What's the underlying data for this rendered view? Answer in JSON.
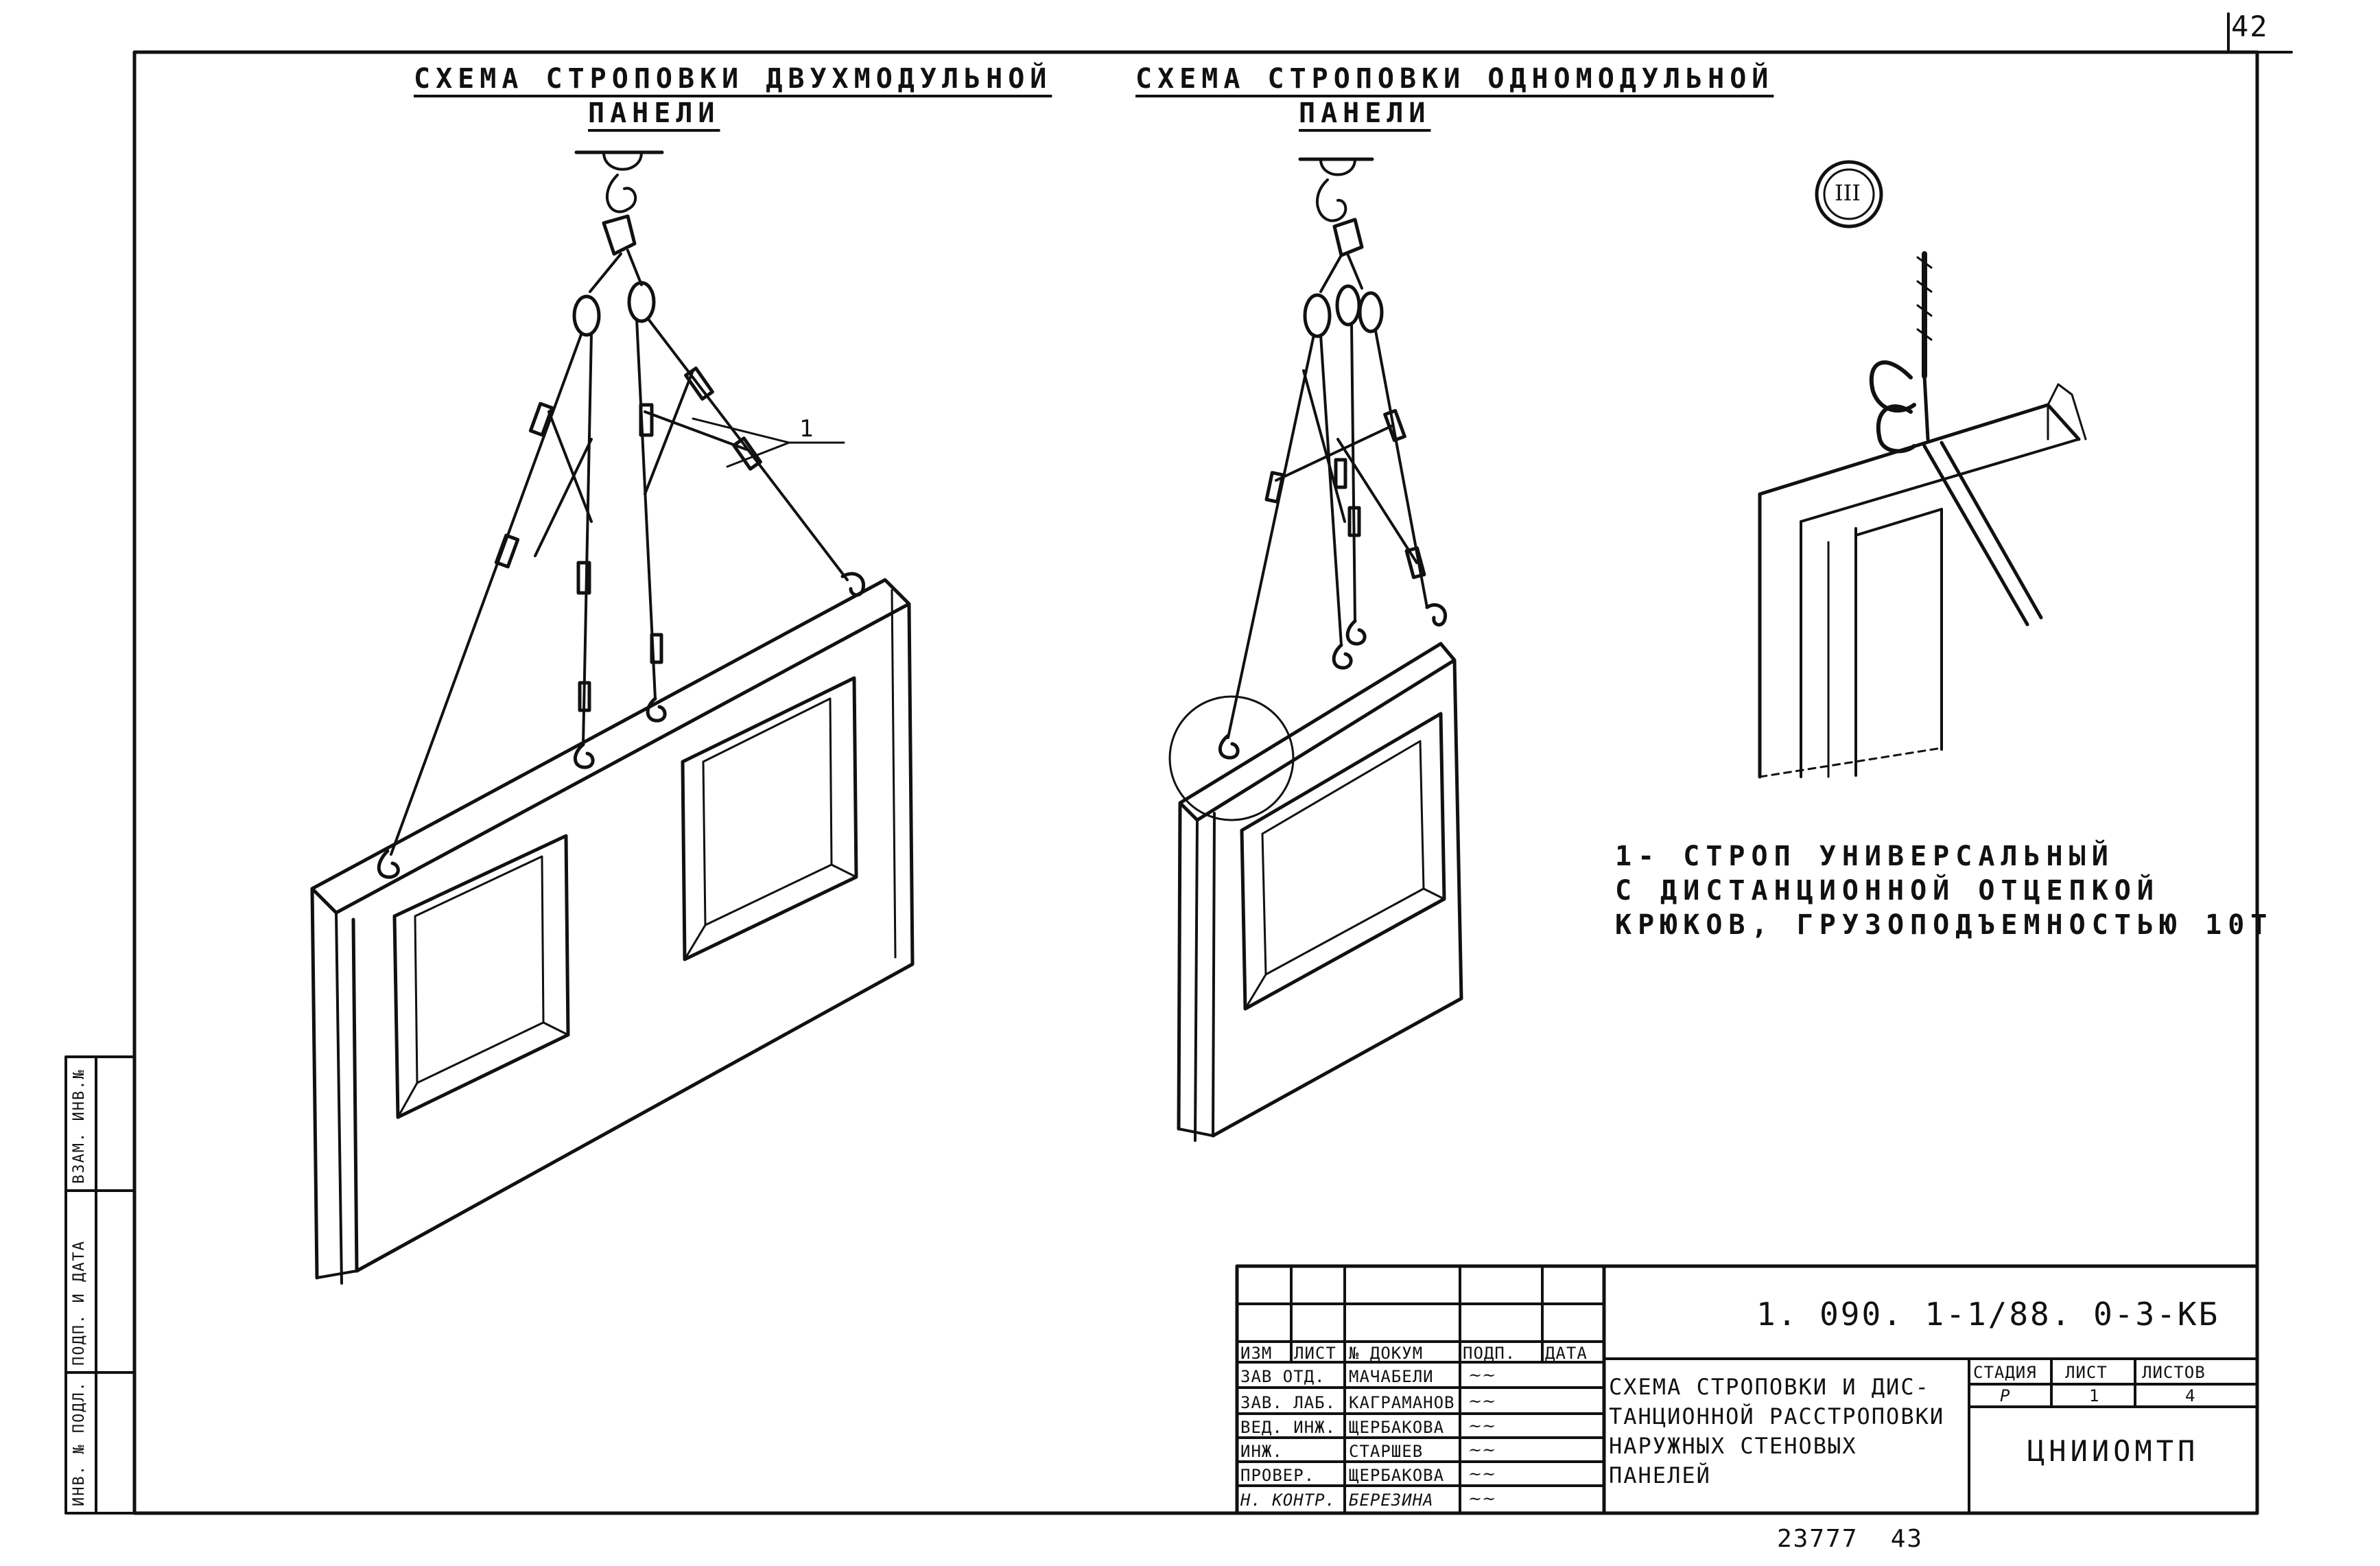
{
  "page_number": "42",
  "sheet_footer_number": "23777  43",
  "scheme_double": {
    "title_line1": "Схема строповки двухмодульной",
    "title_line2": "панели",
    "callout_number": "1"
  },
  "scheme_single": {
    "title_line1": "Схема строповки одномодульной",
    "title_line2": "панели"
  },
  "detail_marker": "III",
  "legend": {
    "line1": "1- строп универсальный",
    "line2": "с дистанционной отцепкой",
    "line3": "крюков, грузоподъемностью 10т"
  },
  "side_stamp": [
    "Инв. № подл.",
    "Подп. и дата",
    "Взам. инв.№"
  ],
  "title_block": {
    "document_code": "1. 090. 1-1/88. 0-3-КБ",
    "header": [
      "Изм",
      "Лист",
      "№ докум",
      "Подп.",
      "Дата"
    ],
    "staff": [
      {
        "role": "Зав отд.",
        "name": "Мачабели",
        "sign": "~~"
      },
      {
        "role": "Зав. лаб.",
        "name": "Каграманов",
        "sign": "~~"
      },
      {
        "role": "Вед. инж.",
        "name": "Щербакова",
        "sign": "~~"
      },
      {
        "role": "Инж.",
        "name": "Старшев",
        "sign": "~~"
      },
      {
        "role": "Провер.",
        "name": "Щербакова",
        "sign": "~~"
      },
      {
        "role": "Н. контр.",
        "name": "Березина",
        "sign": "~~"
      }
    ],
    "sheet_title_lines": [
      "Схема строповки и дис-",
      "танционной расстроповки",
      "наружных стеновых",
      "панелей"
    ],
    "stage_header": [
      "Стадия",
      "Лист",
      "Листов"
    ],
    "stage_values": [
      "Р",
      "1",
      "4"
    ],
    "organization": "ЦНИИОМТП"
  }
}
